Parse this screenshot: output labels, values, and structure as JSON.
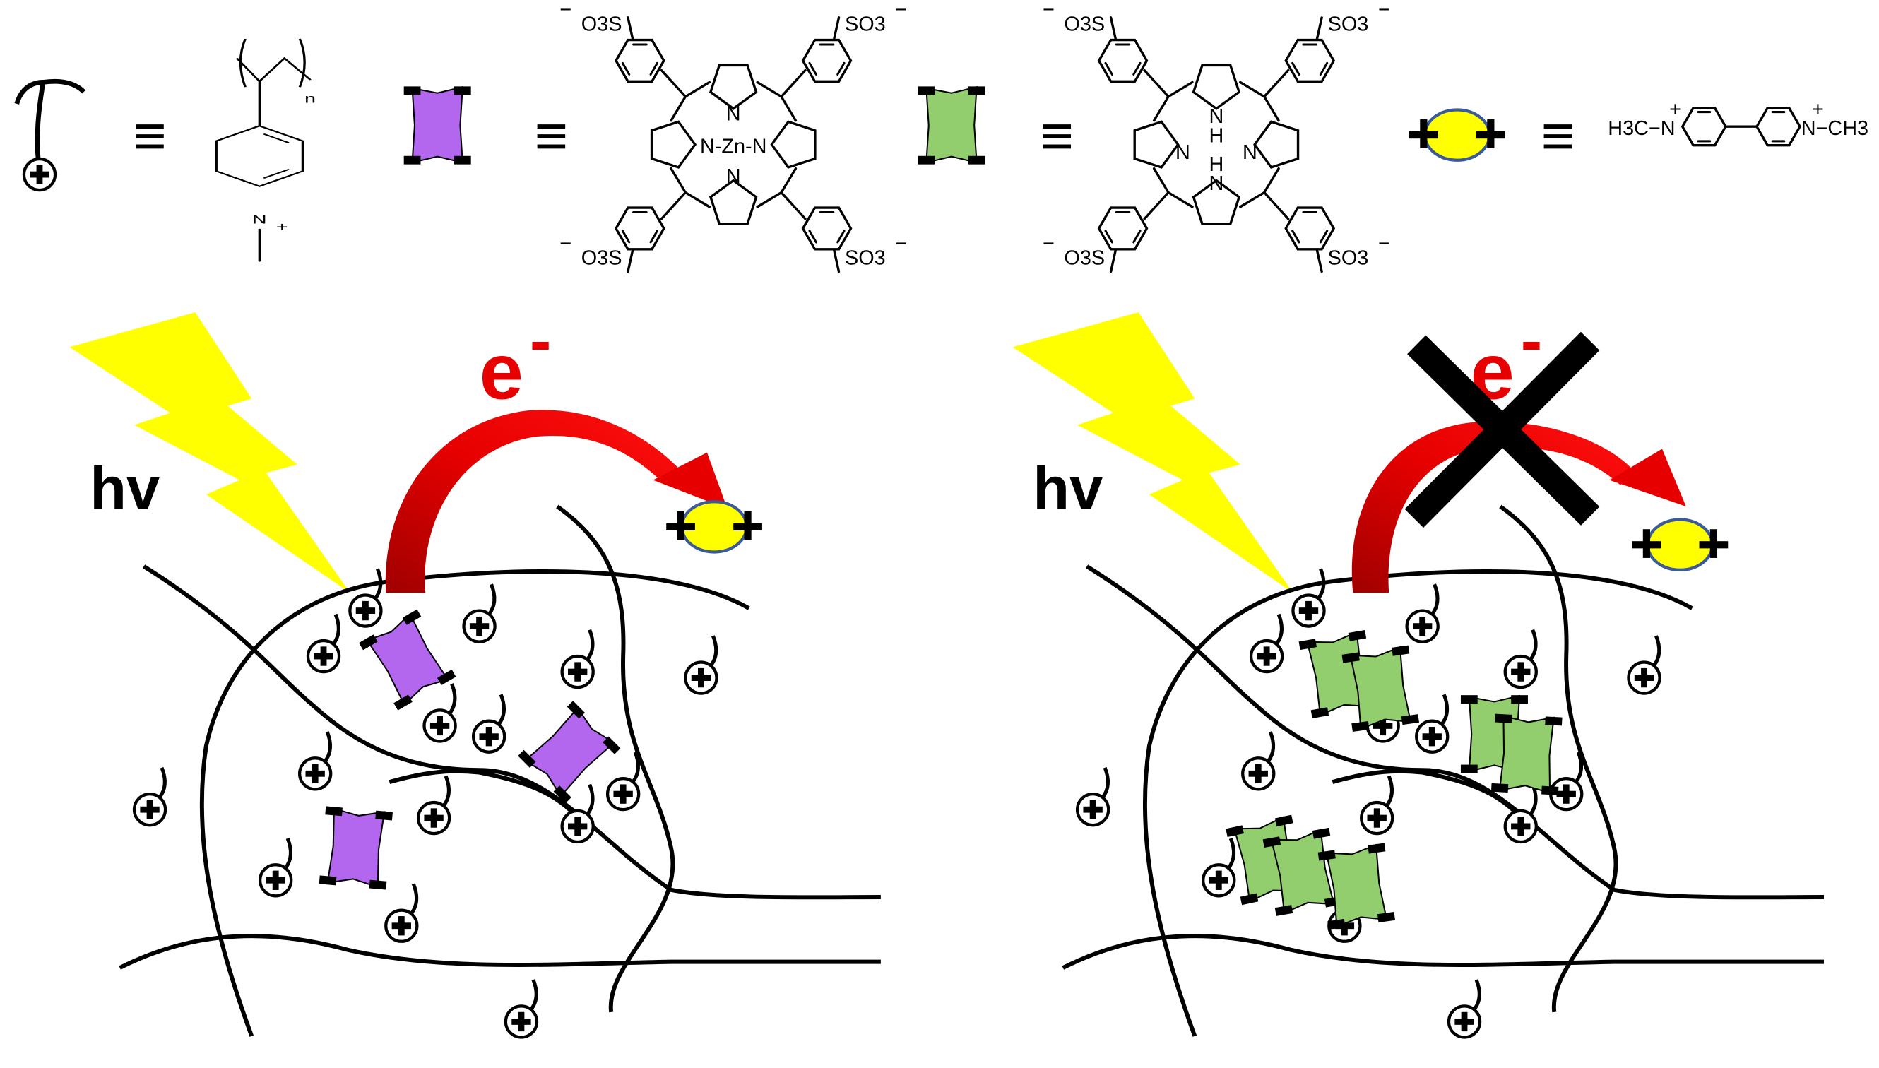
{
  "legend": {
    "equiv_symbol": "≡",
    "polymer": {
      "repeat_index": "n",
      "nitrogen": "N",
      "charge": "+"
    },
    "zn_porphyrin": {
      "center": "N-Zn-N",
      "n_top": "N",
      "n_bottom": "N",
      "sulfonate_left": "O3S",
      "sulfonate_right": "SO3",
      "charge": "−",
      "color": "#b366ee"
    },
    "free_porphyrin": {
      "nh_top": "N",
      "h_top": "H",
      "h_bottom": "H",
      "nh_bottom": "N",
      "n_left": "N",
      "n_right": "N",
      "sulfonate_left": "O3S",
      "sulfonate_right": "SO3",
      "charge": "−",
      "color": "#92cd6e"
    },
    "viologen": {
      "left_group": "H3C−N",
      "right_group": "N−CH3",
      "charge": "+",
      "color": "#ffff00",
      "outline": "#3a5a9a"
    }
  },
  "panels": [
    {
      "light_label": "hv",
      "electron_label": "e",
      "electron_charge": "-",
      "transfer_blocked": false,
      "porphyrin": "zn_porphyrin"
    },
    {
      "light_label": "hv",
      "electron_label": "e",
      "electron_charge": "-",
      "transfer_blocked": true,
      "porphyrin": "free_porphyrin"
    }
  ],
  "colors": {
    "lightning": "#ffff00",
    "arrow": "#e60000",
    "arrow_dark": "#a00000",
    "block_x": "#000000"
  }
}
